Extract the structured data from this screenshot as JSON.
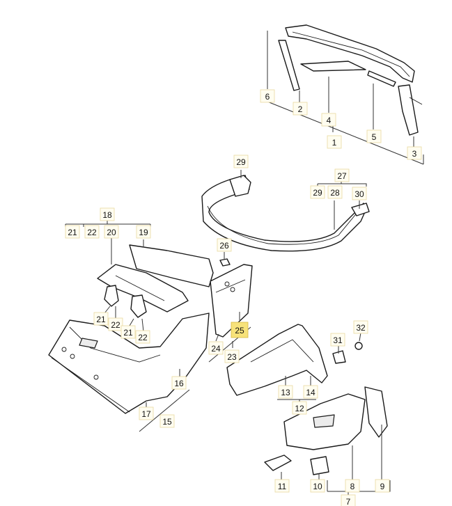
{
  "diagram": {
    "highlight_color": "#f7e27a",
    "labels": [
      {
        "id": "l6",
        "text": "6"
      },
      {
        "id": "l2",
        "text": "2"
      },
      {
        "id": "l4",
        "text": "4"
      },
      {
        "id": "l1",
        "text": "1"
      },
      {
        "id": "l5",
        "text": "5"
      },
      {
        "id": "l3",
        "text": "3"
      },
      {
        "id": "l29a",
        "text": "29"
      },
      {
        "id": "l27",
        "text": "27"
      },
      {
        "id": "l29b",
        "text": "29"
      },
      {
        "id": "l28",
        "text": "28"
      },
      {
        "id": "l30",
        "text": "30"
      },
      {
        "id": "l18",
        "text": "18"
      },
      {
        "id": "l21a",
        "text": "21"
      },
      {
        "id": "l22a",
        "text": "22"
      },
      {
        "id": "l20",
        "text": "20"
      },
      {
        "id": "l19",
        "text": "19"
      },
      {
        "id": "l26",
        "text": "26"
      },
      {
        "id": "l21b",
        "text": "21"
      },
      {
        "id": "l22b",
        "text": "22"
      },
      {
        "id": "l21c",
        "text": "21"
      },
      {
        "id": "l22c",
        "text": "22"
      },
      {
        "id": "l25",
        "text": "25",
        "highlight": true
      },
      {
        "id": "l24",
        "text": "24"
      },
      {
        "id": "l23",
        "text": "23"
      },
      {
        "id": "l31",
        "text": "31"
      },
      {
        "id": "l32",
        "text": "32"
      },
      {
        "id": "l13",
        "text": "13"
      },
      {
        "id": "l14",
        "text": "14"
      },
      {
        "id": "l12",
        "text": "12"
      },
      {
        "id": "l16",
        "text": "16"
      },
      {
        "id": "l17",
        "text": "17"
      },
      {
        "id": "l15",
        "text": "15"
      },
      {
        "id": "l11",
        "text": "11"
      },
      {
        "id": "l10",
        "text": "10"
      },
      {
        "id": "l8",
        "text": "8"
      },
      {
        "id": "l9",
        "text": "9"
      },
      {
        "id": "l7",
        "text": "7"
      }
    ]
  }
}
